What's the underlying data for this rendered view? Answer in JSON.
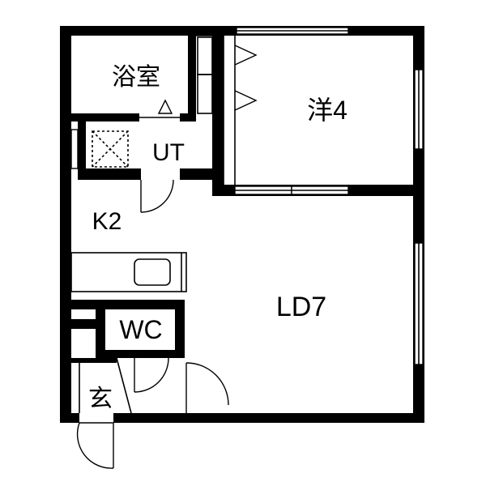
{
  "rooms": {
    "bathroom": "浴室",
    "utility": "UT",
    "bedroom": "洋4",
    "kitchen": "K2",
    "living": "LD7",
    "toilet": "WC",
    "entrance": "玄"
  },
  "colors": {
    "wall": "#000000",
    "background": "#ffffff"
  }
}
